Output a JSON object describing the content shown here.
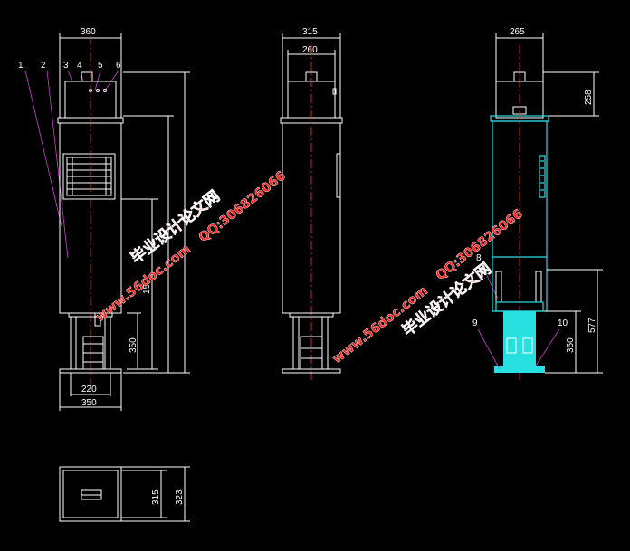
{
  "dimensions": {
    "front_top_width": "360",
    "front_part_labels": [
      "1",
      "2",
      "3",
      "4",
      "5",
      "6"
    ],
    "front_base_inner": "220",
    "front_base_outer": "350",
    "front_leg_height": "350",
    "front_mid_height": "15",
    "side_top_width": "315",
    "side_head_width": "260",
    "right_top_width": "265",
    "right_head_height": "258",
    "right_part_8": "8",
    "right_part_9": "9",
    "right_part_10": "10",
    "right_leg_height": "350",
    "right_lower_height": "577",
    "bottom_depth": "315",
    "bottom_depth_outer": "323"
  },
  "watermarks": {
    "site": "www.56doc.com",
    "qq": "QQ:306826066",
    "name": "毕业设计论文网"
  },
  "colors": {
    "background": "#000000",
    "line": "#ffffff",
    "centerline": "#ff3030",
    "leader": "#d040d0",
    "highlight": "#28e0e0",
    "watermark": "#ff2020"
  }
}
